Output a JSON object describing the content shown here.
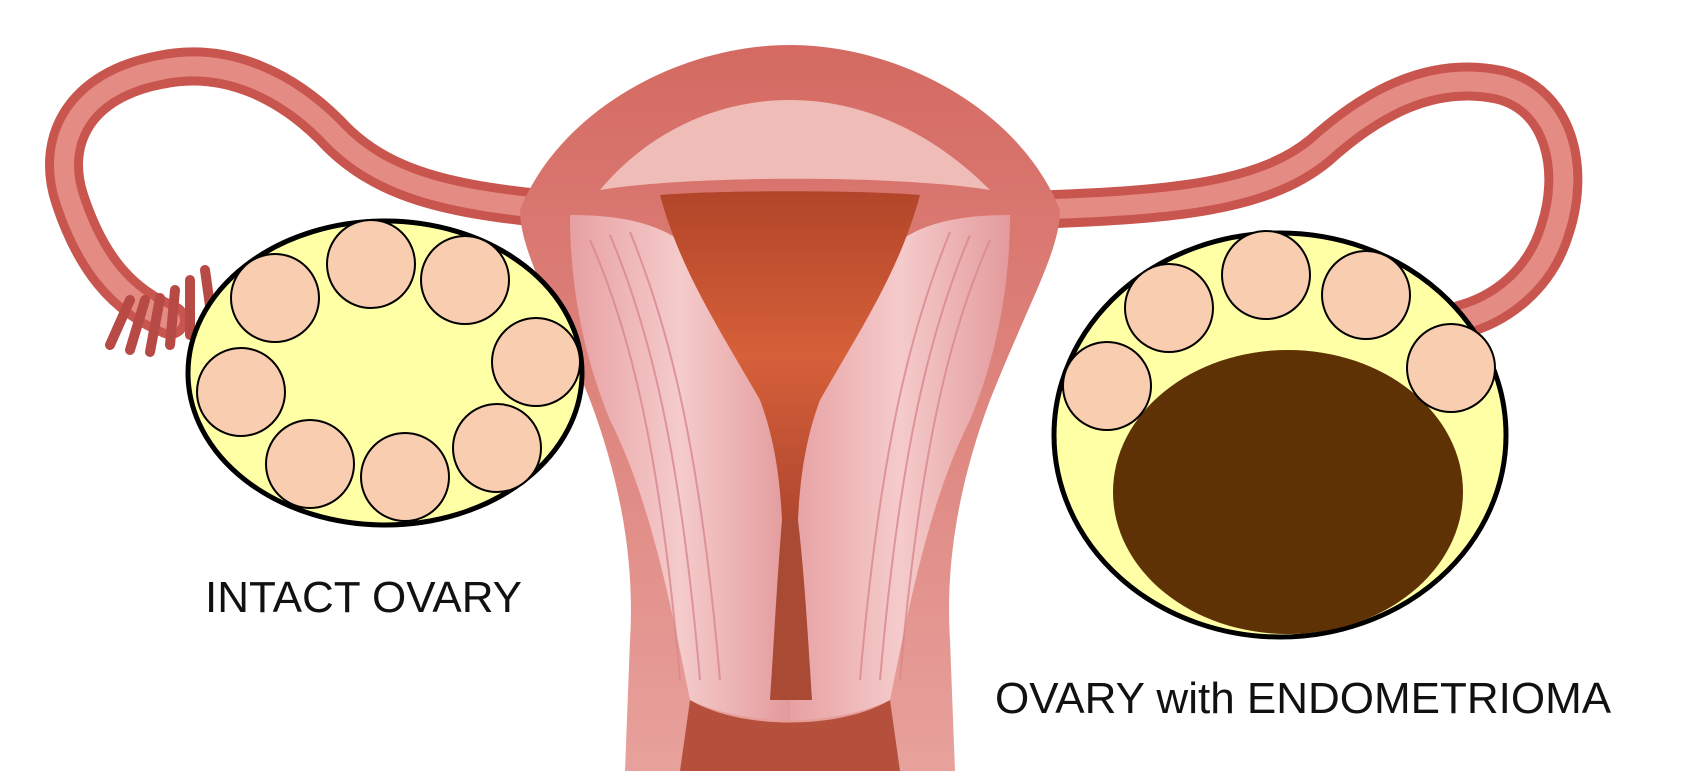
{
  "labels": {
    "intact": "INTACT OVARY",
    "endometrioma": "OVARY with ENDOMETRIOMA"
  },
  "colors": {
    "background": "#ffffff",
    "tissue_dark": "#c9564e",
    "tissue_mid": "#e48b84",
    "tissue_light": "#f4c2c0",
    "cavity": "#c55030",
    "ovary_fill": "#ffffa6",
    "follicle_fill": "#f9cdb0",
    "outline": "#000000",
    "endometrioma_fill": "#5e3204",
    "text": "#111111"
  },
  "icons": {
    "uterus": "uterus-illustration",
    "follicle": "follicle-circle",
    "cyst": "endometrioma-cyst"
  }
}
